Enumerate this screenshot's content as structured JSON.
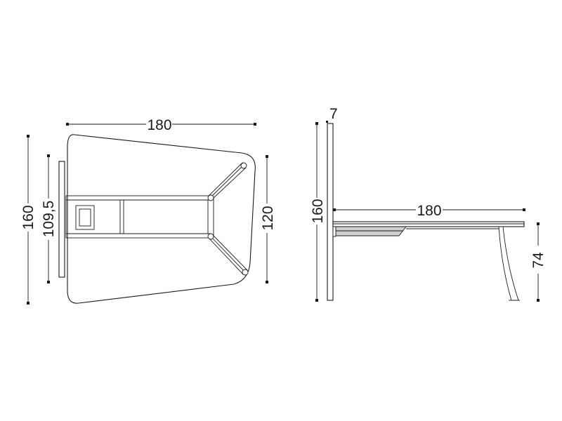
{
  "top_view": {
    "dim_width": "180",
    "dim_depth": "160",
    "dim_panel": "109,5",
    "dim_right": "120"
  },
  "side_view": {
    "dim_panel_thickness": "7",
    "dim_panel_height": "160",
    "dim_length": "180",
    "dim_table_height": "74"
  }
}
